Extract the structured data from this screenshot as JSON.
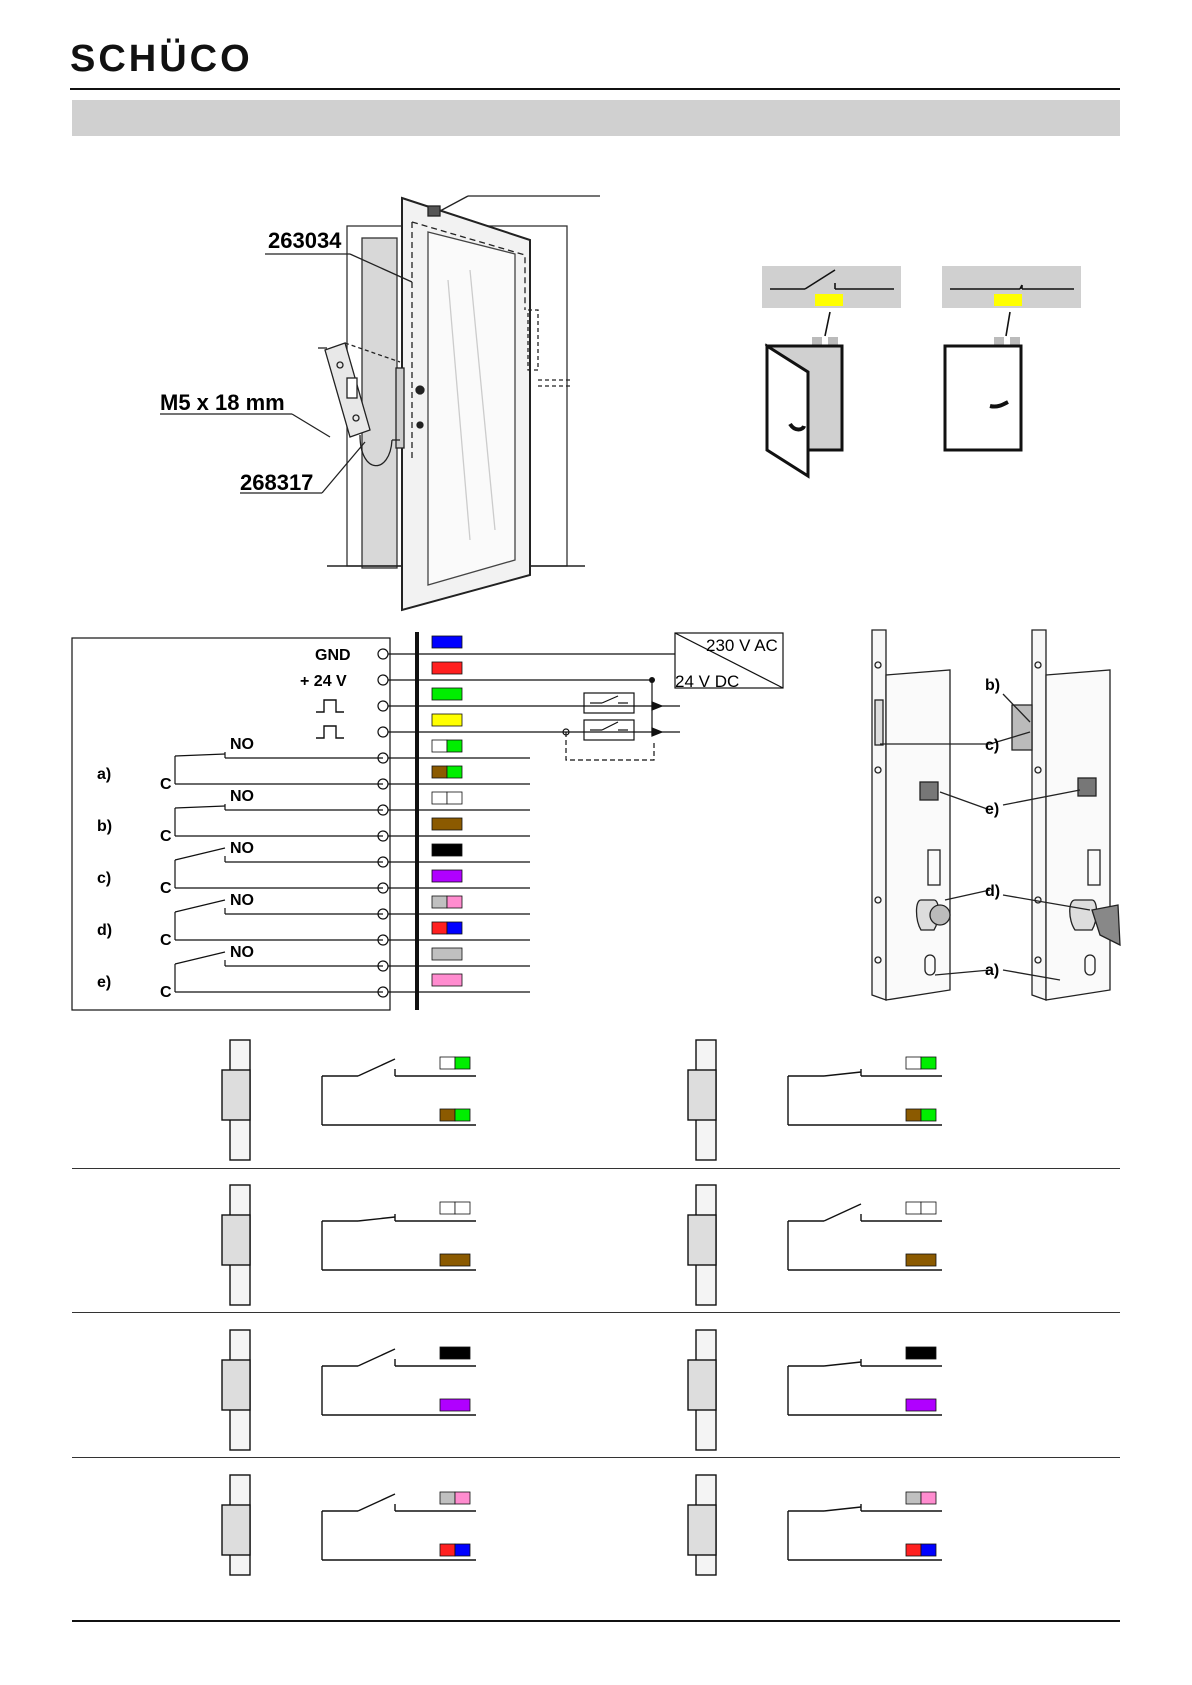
{
  "header": {
    "brand": "SCHÜCO"
  },
  "door": {
    "part_numbers": [
      "263034",
      "M5 x 18 mm",
      "268317"
    ]
  },
  "schematic": {
    "terminals": {
      "gnd": "GND",
      "v24": "+ 24 V"
    },
    "supply": {
      "ac": "230 V AC",
      "dc": "24 V DC"
    },
    "contacts": [
      {
        "letter": "a)",
        "c": "C",
        "no": "NO"
      },
      {
        "letter": "b)",
        "c": "C",
        "no": "NO"
      },
      {
        "letter": "c)",
        "c": "C",
        "no": "NO"
      },
      {
        "letter": "d)",
        "c": "C",
        "no": "NO"
      },
      {
        "letter": "e)",
        "c": "C",
        "no": "NO"
      }
    ],
    "wire_colors": [
      [
        "#0000ff"
      ],
      [
        "#ff2020"
      ],
      [
        "#00ee00"
      ],
      [
        "#ffff00"
      ],
      [
        "#ffffff",
        "#00ee00"
      ],
      [
        "#8b5a00",
        "#00ee00"
      ],
      [
        "#ffffff",
        "#ffffff"
      ],
      [
        "#8b5a00"
      ],
      [
        "#000000"
      ],
      [
        "#b000ff"
      ],
      [
        "#c0c0c0",
        "#ff8ccf"
      ],
      [
        "#ff2020",
        "#0000ff"
      ],
      [
        "#c0c0c0"
      ],
      [
        "#ff8ccf"
      ]
    ]
  },
  "lock_callouts": [
    "b)",
    "c)",
    "e)",
    "d)",
    "a)"
  ],
  "state_rows": [
    {
      "top_colors": [
        "#ffffff",
        "#00ee00"
      ],
      "bottom_colors": [
        "#8b5a00",
        "#00ee00"
      ]
    },
    {
      "top_colors": [
        "#ffffff",
        "#ffffff"
      ],
      "bottom_colors": [
        "#8b5a00"
      ]
    },
    {
      "top_colors": [
        "#000000"
      ],
      "bottom_colors": [
        "#b000ff"
      ]
    },
    {
      "top_colors": [
        "#c0c0c0",
        "#ff8ccf"
      ],
      "bottom_colors": [
        "#ff2020",
        "#0000ff"
      ]
    }
  ],
  "colors": {
    "indicator_yellow": "#ffff00",
    "band_grey": "#d0d0d0"
  }
}
